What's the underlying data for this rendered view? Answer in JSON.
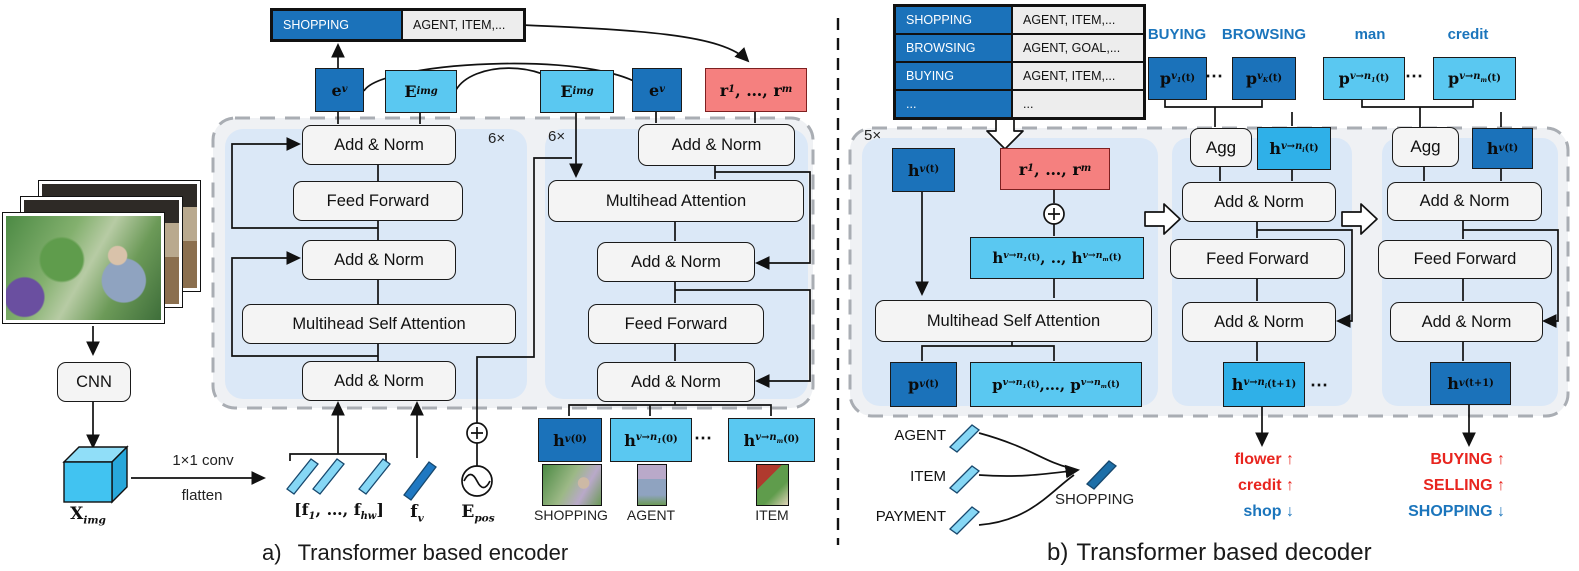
{
  "colors": {
    "dark_blue": "#1b72ba",
    "light_cyan": "#5ac8f1",
    "bright_cyan": "#2fb0e8",
    "salmon": "#f5807f",
    "panel": "#dbe8f7",
    "container_bg": "#eff1f4",
    "blue_text": "#1b75bc",
    "red_text": "#e8251f"
  },
  "encoder": {
    "caption_prefix": "a)",
    "caption": "Transformer based encoder",
    "repeat_left": "6×",
    "repeat_right": "6×",
    "legend_table": {
      "key": "SHOPPING",
      "value": "AGENT, ITEM,..."
    },
    "cnn": "CNN",
    "conv": "1×1 conv",
    "flatten": "flatten",
    "ximg_html": "X<sub>img</sub>",
    "flist_html": "[f<sub>1</sub>, …, f<sub>hw</sub>]",
    "fv_html": "f<sub>v</sub>",
    "epos_html": "E<sub>pos</sub>",
    "ev_html": "e<sub>v</sub>",
    "eimg_html": "E<sub>img</sub>",
    "r_html": "r<sub>1</sub>, …, r<sub>m</sub>",
    "left_stack": [
      "Add & Norm",
      "Feed Forward",
      "Add & Norm",
      "Multihead Self Attention",
      "Add & Norm"
    ],
    "right_stack": [
      "Add & Norm",
      "Multihead Attention",
      "Add & Norm",
      "Feed Forward",
      "Add & Norm"
    ],
    "h0": {
      "v": "h<sub>v</sub><sup>(0)</sup>",
      "n1": "h<sub>v→n<sub>1</sub></sub><sup>(0)</sup>",
      "nm": "h<sub>v→n<sub>m</sub></sub><sup>(0)</sup>",
      "dots": "⋯"
    },
    "thumbs": [
      "SHOPPING",
      "AGENT",
      "ITEM"
    ]
  },
  "decoder": {
    "caption_prefix": "b)",
    "caption": "Transformer based decoder",
    "repeat": "5×",
    "schema_table": {
      "rows": [
        {
          "key": "SHOPPING",
          "value": "AGENT, ITEM,..."
        },
        {
          "key": "BROWSING",
          "value": "AGENT, GOAL,..."
        },
        {
          "key": "BUYING",
          "value": "AGENT, ITEM,..."
        },
        {
          "key": "...",
          "value": "..."
        }
      ]
    },
    "top_labels": {
      "buying": "BUYING",
      "browsing": "BROWSING",
      "man": "man",
      "credit": "credit"
    },
    "p_entity": {
      "p1": "p<sub>v<sub>1</sub></sub><sup>(t)</sup>",
      "pk": "p<sub>v<sub>K</sub></sub><sup>(t)</sup>",
      "dots": "⋯"
    },
    "p_pred": {
      "p1": "p<sub>v→n<sub>1</sub></sub><sup>(t)</sup>",
      "pm": "p<sub>v→n<sub>m</sub></sub><sup>(t)</sup>",
      "dots": "⋯"
    },
    "sec1": {
      "hv": "h<sub>v</sub><sup>(t)</sup>",
      "r": "r<sub>1</sub>, …, r<sub>m</sub>",
      "hchain": "h<sub>v→n<sub>1</sub></sub><sup>(t)</sup>, .., h<sub>v→n<sub>m</sub></sub><sup>(t)</sup>",
      "msa": "Multihead Self Attention",
      "pv": "p<sub>v</sub><sup>(t)</sup>",
      "pchain": "p<sub>v→n<sub>1</sub></sub><sup>(t)</sup>,…, p<sub>v→n<sub>m</sub></sub><sup>(t)</sup>"
    },
    "sec2": {
      "agg": "Agg",
      "hin": "h<sub>v→n<sub>i</sub></sub><sup>(t)</sup>",
      "stack": [
        "Add & Norm",
        "Feed Forward",
        "Add & Norm"
      ],
      "hout": "h<sub>v→n<sub>i</sub></sub><sup>(t+1)</sup>",
      "dots": "⋯"
    },
    "sec3": {
      "agg": "Agg",
      "hin": "h<sub>v</sub><sup>(t)</sup>",
      "stack": [
        "Add & Norm",
        "Feed Forward",
        "Add & Norm"
      ],
      "hout": "h<sub>v</sub><sup>(t+1)</sup>"
    },
    "compose": {
      "inputs": [
        "AGENT",
        "ITEM",
        "PAYMENT"
      ],
      "output": "SHOPPING"
    },
    "outputs_pred": [
      {
        "text": "flower ↑"
      },
      {
        "text": "credit ↑"
      },
      {
        "text": "shop ↓"
      }
    ],
    "outputs_entity": [
      {
        "text": "BUYING ↑"
      },
      {
        "text": "SELLING ↑"
      },
      {
        "text": "SHOPPING ↓"
      }
    ]
  }
}
